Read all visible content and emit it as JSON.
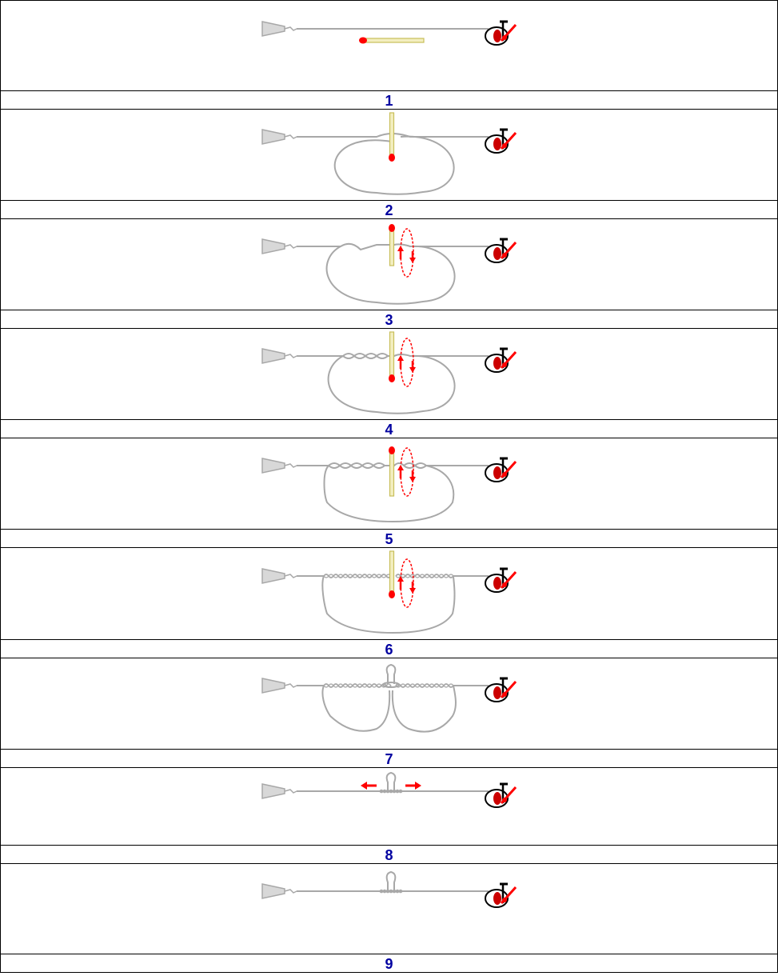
{
  "colors": {
    "line": "#a8a8a8",
    "needle": "#c8bf5a",
    "needle_fill": "#f3eec0",
    "accent": "#ff0000",
    "label": "#0000a0",
    "border": "#000000"
  },
  "icons": {
    "rod_tip": "rod-tip-icon",
    "reel": "fishing-reel-icon",
    "needle": "needle-icon"
  },
  "steps": [
    {
      "label": "1"
    },
    {
      "label": "2"
    },
    {
      "label": "3"
    },
    {
      "label": "4"
    },
    {
      "label": "5"
    },
    {
      "label": "6"
    },
    {
      "label": "7"
    },
    {
      "label": "8"
    },
    {
      "label": "9"
    }
  ]
}
